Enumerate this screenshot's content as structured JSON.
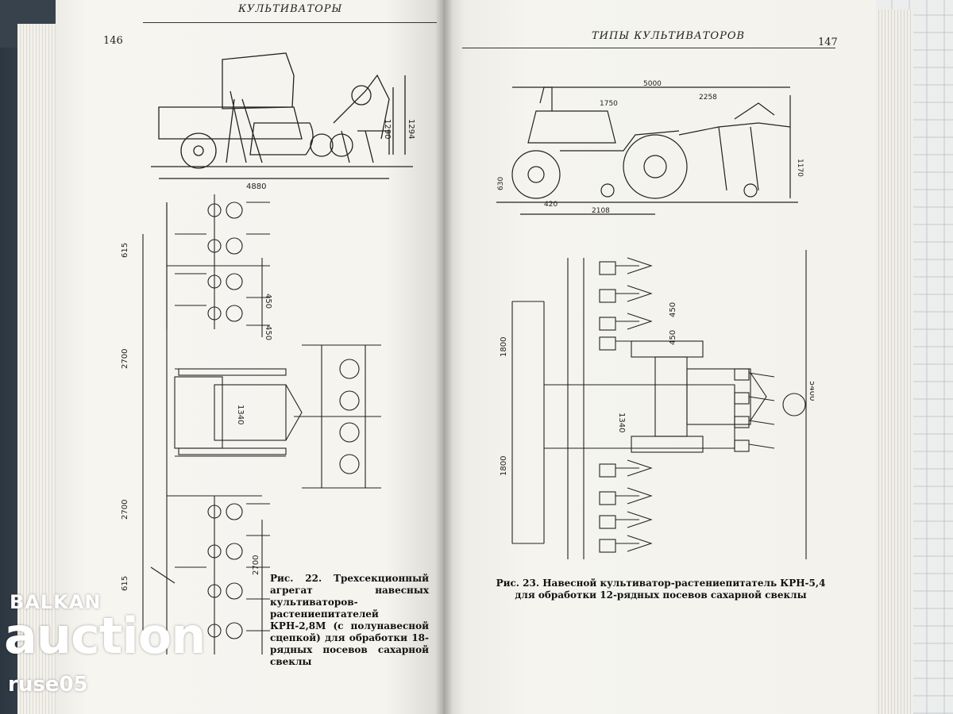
{
  "book": {
    "left_page": {
      "running_head": "КУЛЬТИВАТОРЫ",
      "page_number": "146",
      "caption": "Рис. 22. Трехсекционный агрегат навесных культиваторов-растениепитателей КРН-2,8М (с полунавесной сцепкой) для обработки 18-рядных посевов сахарной свеклы",
      "dimensions": [
        "4880",
        "1290",
        "1294",
        "615",
        "450",
        "450",
        "2700",
        "1340",
        "2700",
        "2700",
        "615"
      ]
    },
    "right_page": {
      "running_head": "ТИПЫ КУЛЬТИВАТОРОВ",
      "page_number": "147",
      "caption": "Рис. 23. Навесной культиватор-растениепитатель КРН-5,4 для обработки 12-рядных посевов сахарной свеклы",
      "dimensions": [
        "5000",
        "1750",
        "2258",
        "630",
        "2108",
        "420",
        "1170",
        "1800",
        "1340",
        "1800",
        "5400",
        "450",
        "450"
      ]
    }
  },
  "watermark": {
    "brand": "BALKAN",
    "name": "auction",
    "seller": "ruse05"
  }
}
